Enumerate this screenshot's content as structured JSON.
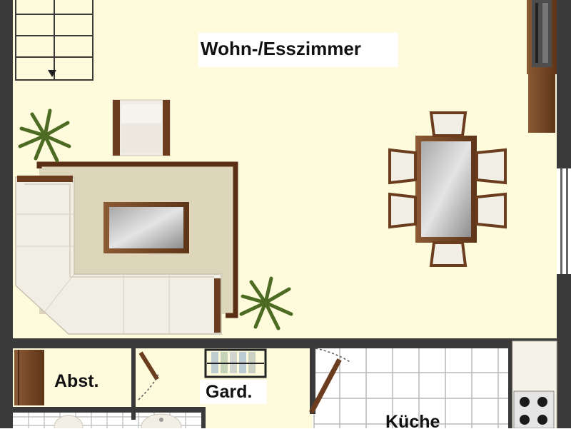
{
  "labels": {
    "living_dining": "Wohn-/Esszimmer",
    "storage": "Abst.",
    "wardrobe": "Gard.",
    "kitchen": "Küche"
  },
  "colors": {
    "wall": "#3a3a3a",
    "floor": "#fdfbdc",
    "rug": "#ddd6bb",
    "wood": "#7a4a2a",
    "sofa": "#f1eee6",
    "tile_grid": "#b9b9b9",
    "plant": "#5a7a2a"
  }
}
